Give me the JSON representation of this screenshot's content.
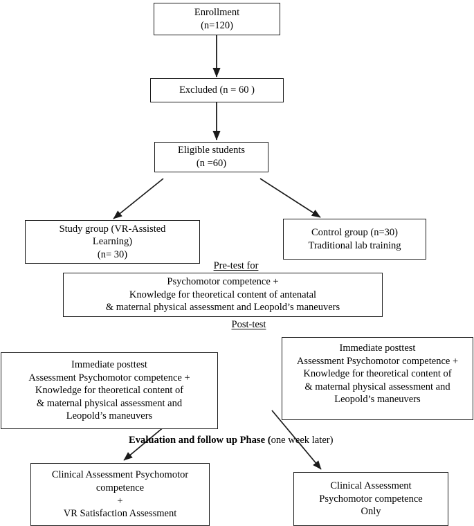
{
  "diagram": {
    "title_present": false,
    "type": "study-flowchart",
    "stroke_color": "#1a1a1a",
    "background_color": "#ffffff",
    "nodes": {
      "enrollment": "Enrollment\n(n=120)",
      "excluded": "Excluded (n = 60 )",
      "eligible": "Eligible students\n(n =60)",
      "study_group": "Study group (VR-Assisted\nLearning)\n(n= 30)",
      "control_group": "Control group  (n=30)\nTraditional lab training",
      "pretest_box": "Psychomotor competence +\nKnowledge for  theoretical content of antenatal\n& maternal physical assessment and Leopold’s maneuvers",
      "posttest_left": "Immediate posttest\nAssessment Psychomotor competence +\nKnowledge for theoretical content of\n& maternal physical assessment and\nLeopold’s maneuvers",
      "posttest_right": "Immediate posttest\nAssessment Psychomotor competence +\nKnowledge for theoretical content of\n& maternal physical assessment and\nLeopold’s maneuvers",
      "followup_left": "Clinical Assessment Psychomotor\ncompetence\n+\nVR Satisfaction Assessment",
      "followup_right": "Clinical Assessment\nPsychomotor competence\nOnly"
    },
    "labels": {
      "pretest_label": "Pre-test for",
      "posttest_label": "Post-test",
      "phase_bold": "Evaluation and follow up Phase (",
      "phase_regular": "one week later)"
    }
  }
}
